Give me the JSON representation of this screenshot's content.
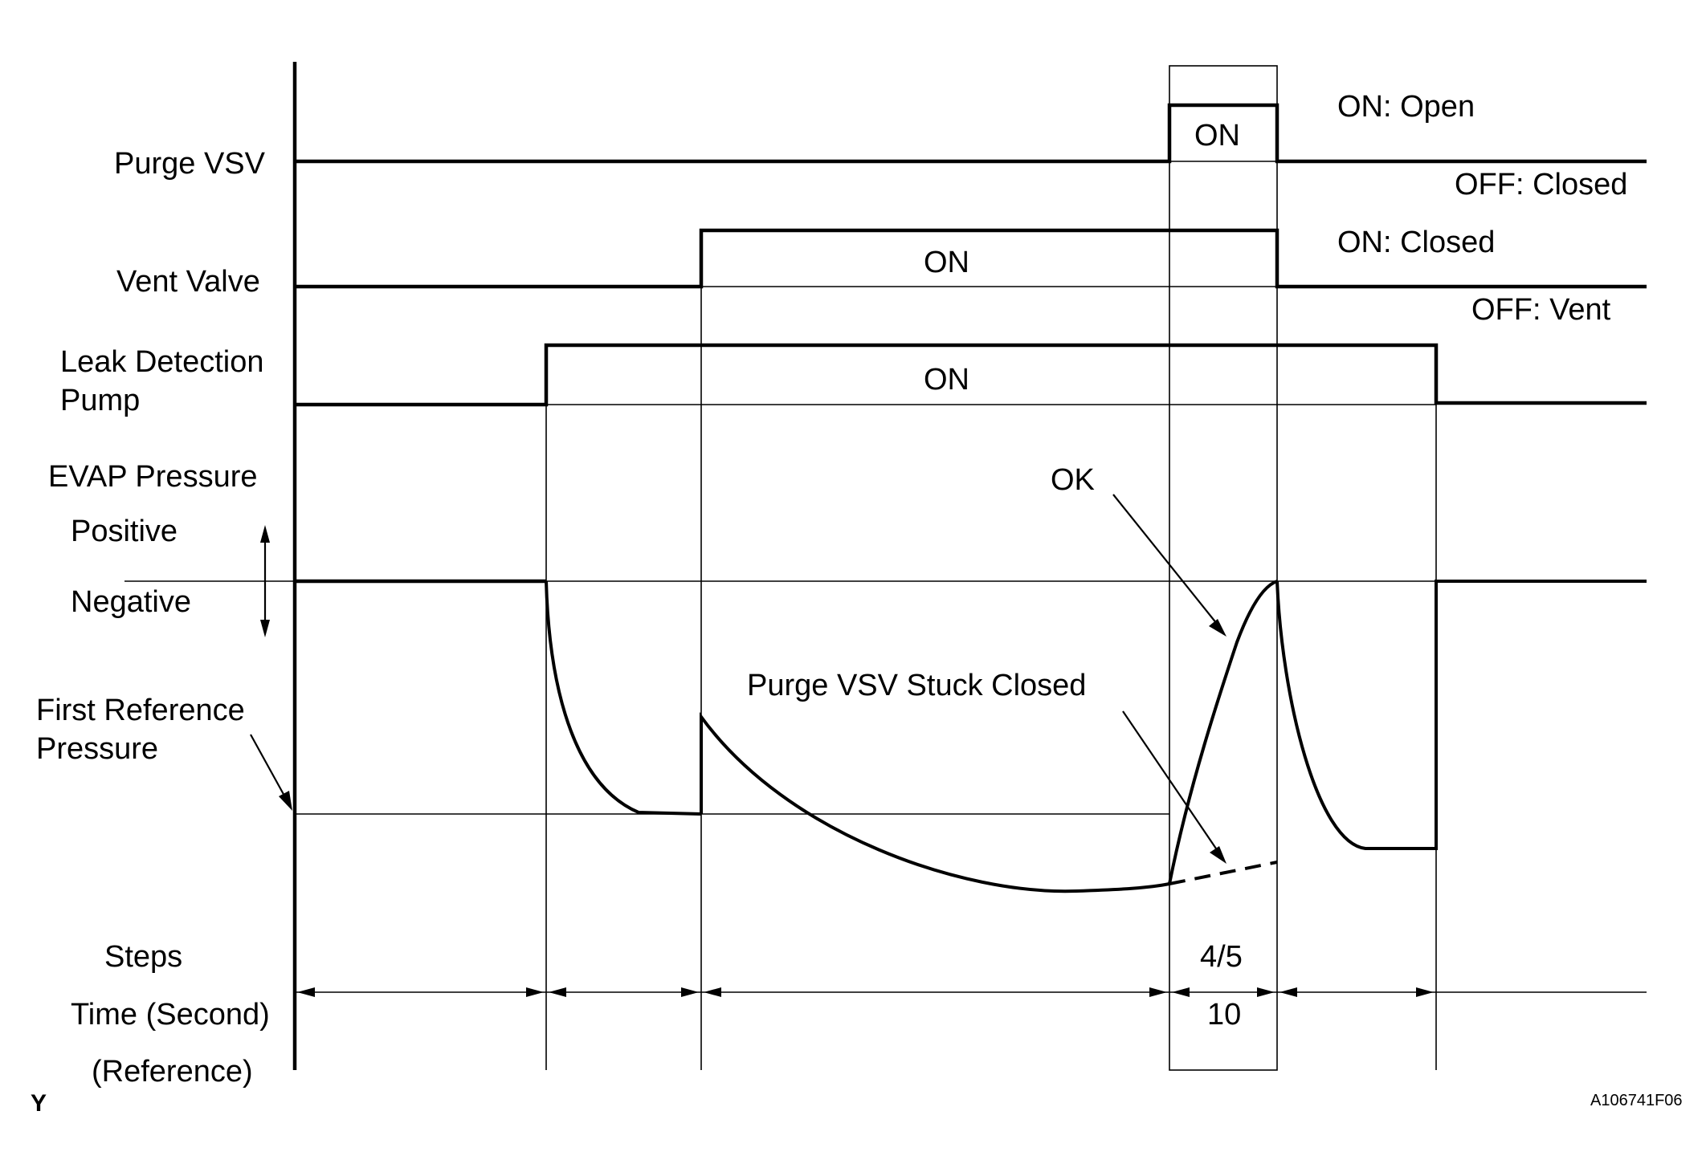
{
  "signals": {
    "purge_vsv": "Purge VSV",
    "vent_valve": "Vent Valve",
    "pump_line1": "Leak Detection",
    "pump_line2": "Pump",
    "evap": "EVAP Pressure",
    "positive": "Positive",
    "negative": "Negative",
    "ref_line1": "First Reference",
    "ref_line2": "Pressure"
  },
  "state_labels": {
    "purge_on": "ON",
    "vent_on": "ON",
    "pump_on": "ON",
    "purge_open": "ON: Open",
    "purge_closed": "OFF: Closed",
    "vent_closed": "ON: Closed",
    "vent_vent": "OFF: Vent"
  },
  "annotations": {
    "ok": "OK",
    "stuck": "Purge VSV Stuck Closed"
  },
  "footer": {
    "steps": "Steps",
    "time": "Time (Second)",
    "reference": "(Reference)",
    "step_value": "4/5",
    "time_value": "10"
  },
  "corner": {
    "left": "Y",
    "right": "A106741F06"
  }
}
